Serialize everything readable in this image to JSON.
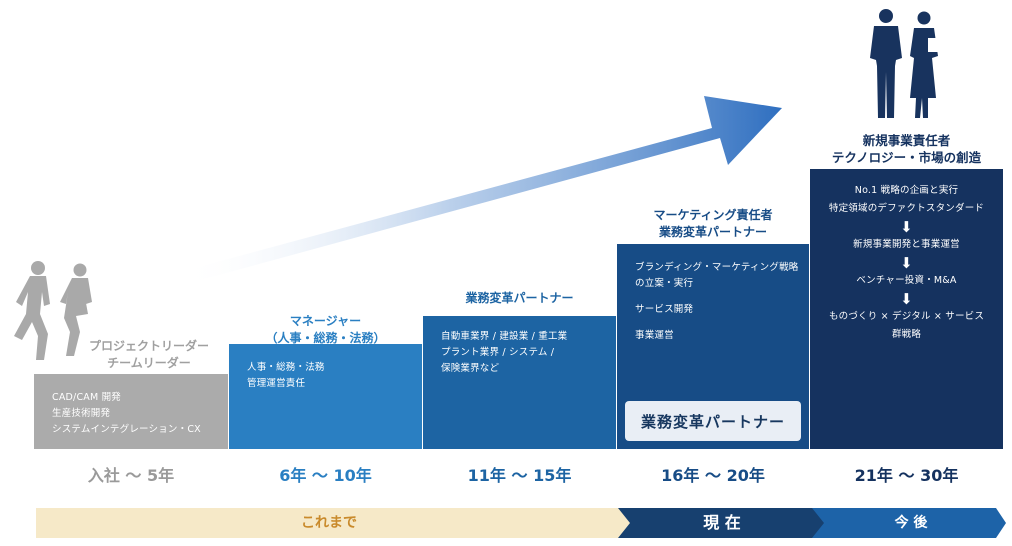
{
  "steps": [
    {
      "title_lines": [
        "プロジェクトリーダー",
        "チームリーダー"
      ],
      "items": [
        "CAD/CAM 開発",
        "生産技術開発",
        "システムインテグレーション・CX"
      ],
      "period": "入社 〜 5年"
    },
    {
      "title_lines": [
        "マネージャー",
        "（人事・総務・法務）"
      ],
      "items": [
        "人事・総務・法務",
        "管理運営責任"
      ],
      "period": "6年 〜 10年"
    },
    {
      "title_lines": [
        "業務変革パートナー"
      ],
      "items": [
        "自動車業界 / 建設業 / 重工業",
        "プラント業界 / システム /",
        "保険業界など"
      ],
      "period": "11年 〜 15年"
    },
    {
      "title_lines": [
        "マーケティング責任者",
        "業務変革パートナー"
      ],
      "items": [
        "ブランディング・マーケティング戦略",
        "の立案・実行",
        "サービス開発",
        "事業運営"
      ],
      "badge": "業務変革パートナー",
      "period": "16年 〜 20年"
    },
    {
      "title_lines": [
        "新規事業責任者",
        "テクノロジー・市場の創造"
      ],
      "items": [
        "No.1 戦略の企画と実行",
        "特定領域のデファクトスタンダード",
        "新規事業開発と事業運営",
        "ベンチャー投資・M&A",
        "ものづくり × デジタル × サービス",
        "群戦略"
      ],
      "period": "21年 〜 30年"
    }
  ],
  "timeline": {
    "past_label": "これまで",
    "present_label": "現 在",
    "future_label": "今 後"
  },
  "colors": {
    "step1": "#ababab",
    "step2": "#2a7fc2",
    "step3": "#1d64a3",
    "step4": "#174c86",
    "step5": "#15325f",
    "band_past": "#f6e9c8",
    "band_past_text": "#c98a2b",
    "band_present": "#17406f",
    "band_future": "#1d63a8"
  },
  "icons": [
    "running-people-icon",
    "business-people-icon",
    "growth-arrow-icon",
    "down-arrow-icon"
  ]
}
